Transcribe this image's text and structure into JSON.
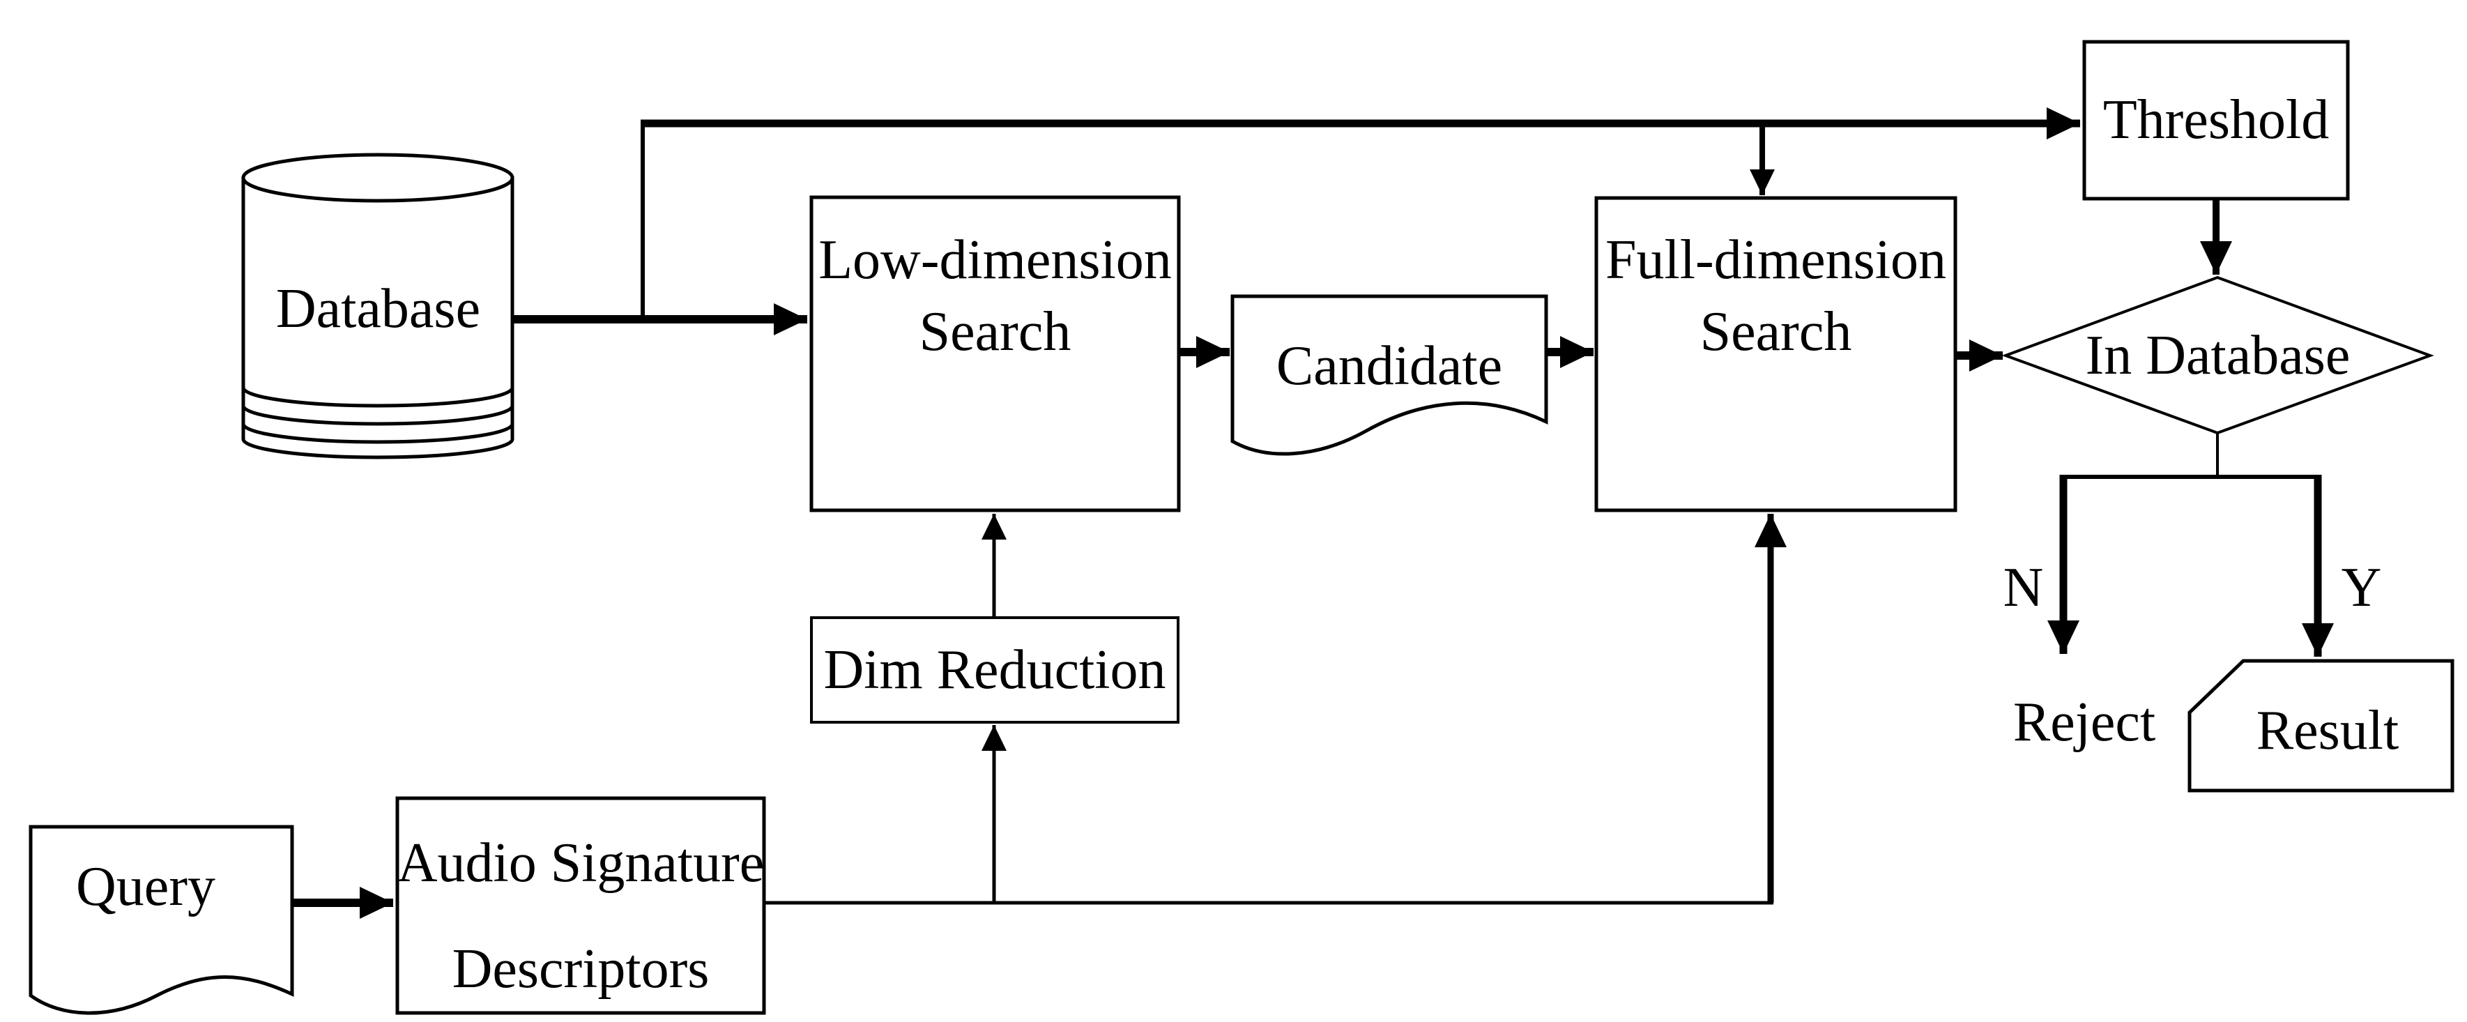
{
  "colors": {
    "background": "#ffffff",
    "stroke": "#000000",
    "text": "#000000",
    "shape_fill": "#ffffff"
  },
  "diagram": {
    "type": "flowchart",
    "nodes": [
      {
        "id": "database",
        "shape": "cylinder",
        "label": "Database"
      },
      {
        "id": "low-dimension-search",
        "shape": "rectangle",
        "lines": [
          "Low-dimension",
          "Search"
        ]
      },
      {
        "id": "candidate",
        "shape": "document",
        "label": "Candidate"
      },
      {
        "id": "full-dimension-search",
        "shape": "rectangle",
        "lines": [
          "Full-dimension",
          "Search"
        ]
      },
      {
        "id": "threshold",
        "shape": "rectangle",
        "label": "Threshold"
      },
      {
        "id": "in-database",
        "shape": "decision-diamond",
        "label": "In Database"
      },
      {
        "id": "dim-reduction",
        "shape": "rectangle",
        "label": "Dim Reduction"
      },
      {
        "id": "query",
        "shape": "document",
        "label": "Query"
      },
      {
        "id": "audio-signature-descriptors",
        "shape": "rectangle",
        "lines": [
          "Audio Signature",
          "Descriptors"
        ]
      },
      {
        "id": "reject",
        "shape": "text",
        "label": "Reject"
      },
      {
        "id": "result",
        "shape": "card",
        "label": "Result"
      }
    ],
    "edges": [
      {
        "from": "database",
        "to": "low-dimension-search",
        "label": ""
      },
      {
        "from": "database",
        "to": "threshold",
        "label": ""
      },
      {
        "from": "database",
        "to": "full-dimension-search",
        "label": ""
      },
      {
        "from": "low-dimension-search",
        "to": "candidate",
        "label": ""
      },
      {
        "from": "candidate",
        "to": "full-dimension-search",
        "label": ""
      },
      {
        "from": "full-dimension-search",
        "to": "in-database",
        "label": ""
      },
      {
        "from": "threshold",
        "to": "in-database",
        "label": ""
      },
      {
        "from": "in-database",
        "to": "reject",
        "label": "N"
      },
      {
        "from": "in-database",
        "to": "result",
        "label": "Y"
      },
      {
        "from": "query",
        "to": "audio-signature-descriptors",
        "label": ""
      },
      {
        "from": "audio-signature-descriptors",
        "to": "dim-reduction",
        "label": ""
      },
      {
        "from": "audio-signature-descriptors",
        "to": "full-dimension-search",
        "label": ""
      },
      {
        "from": "dim-reduction",
        "to": "low-dimension-search",
        "label": ""
      }
    ]
  }
}
